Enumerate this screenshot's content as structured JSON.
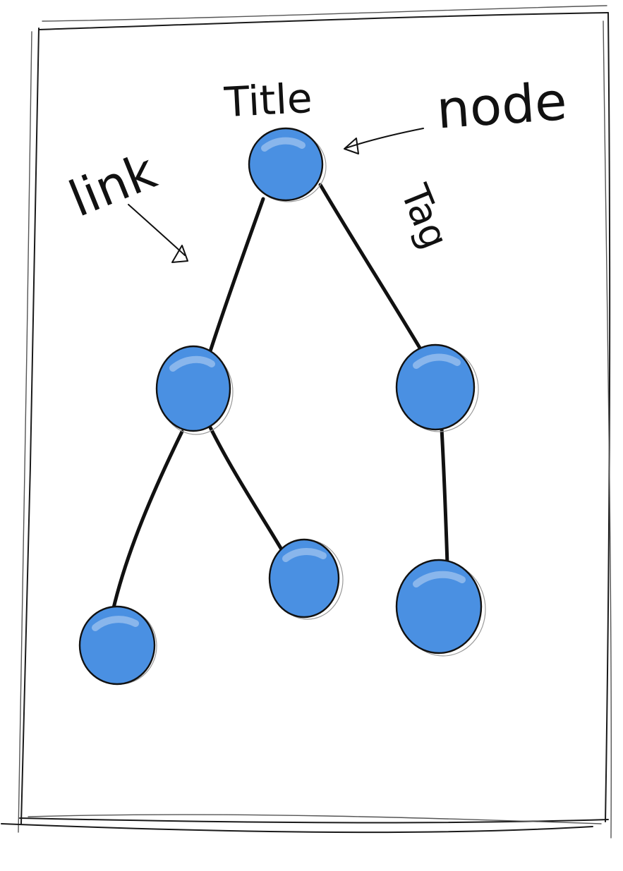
{
  "diagram": {
    "annotations": {
      "title": "Title",
      "node": "node",
      "link": "link",
      "tag": "Tag"
    },
    "colors": {
      "node_fill": "#4a90e2",
      "ink": "#111111",
      "background": "#ffffff"
    },
    "nodes": [
      {
        "id": "root"
      },
      {
        "id": "left-child"
      },
      {
        "id": "right-child"
      },
      {
        "id": "left-left-leaf"
      },
      {
        "id": "left-right-leaf"
      },
      {
        "id": "right-leaf"
      }
    ],
    "edges": [
      {
        "from": "root",
        "to": "left-child"
      },
      {
        "from": "root",
        "to": "right-child"
      },
      {
        "from": "left-child",
        "to": "left-left-leaf"
      },
      {
        "from": "left-child",
        "to": "left-right-leaf"
      },
      {
        "from": "right-child",
        "to": "right-leaf"
      }
    ]
  }
}
